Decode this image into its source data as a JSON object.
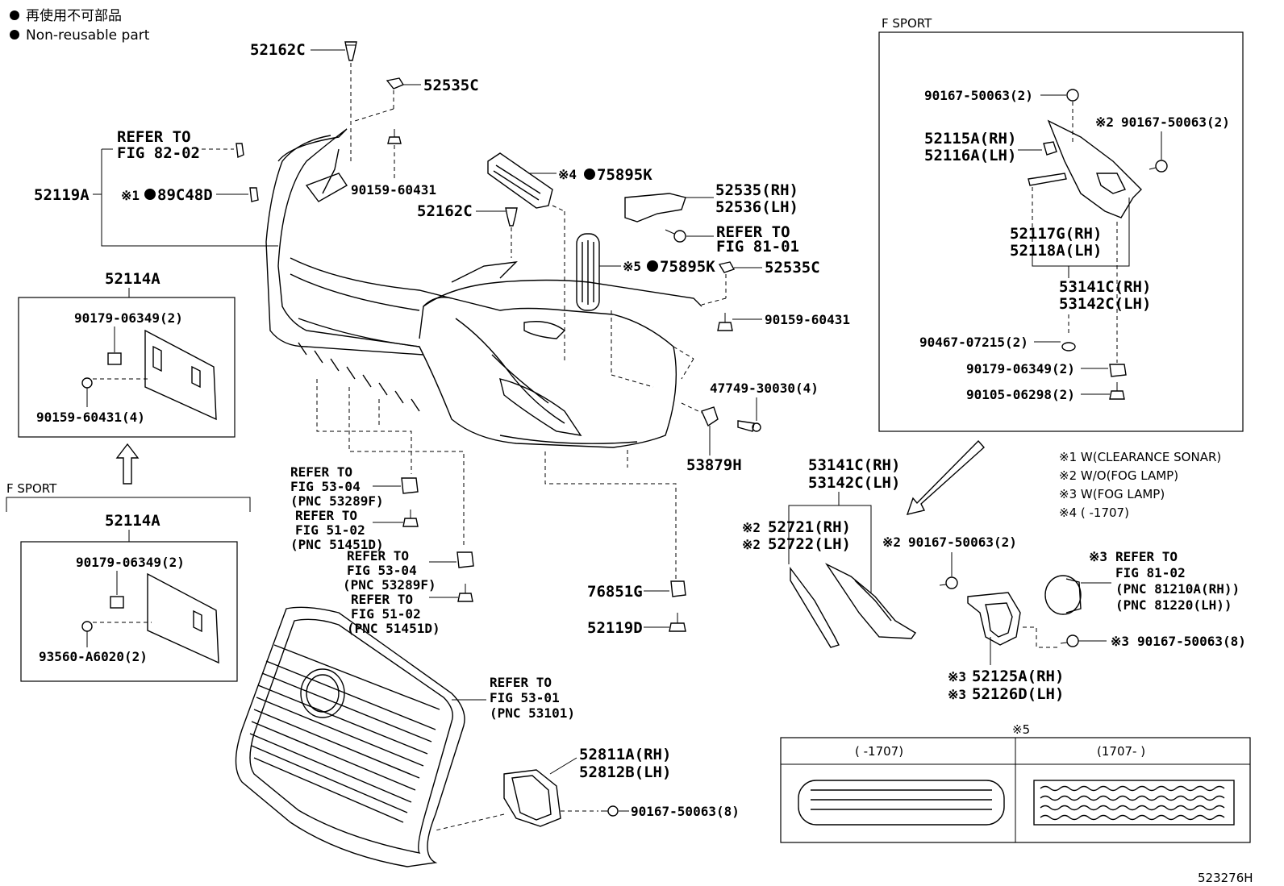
{
  "legend": {
    "line1": "再使用不可部品",
    "line2": "Non-reusable part"
  },
  "labels": {
    "p52162C_top": "52162C",
    "p52535C_top": "52535C",
    "refer_8202_a": "REFER TO",
    "refer_8202_b": "FIG 82-02",
    "p52119A": "52119A",
    "note1_mark": "※1",
    "p89C48D": "89C48D",
    "p90159_60431_a": "90159-60431",
    "note4_mark": "※4",
    "p75895K_a": "75895K",
    "p52535RH": "52535(RH)",
    "p52536LH": "52536(LH)",
    "p52162C_mid": "52162C",
    "refer_8101_a": "REFER TO",
    "refer_8101_b": "FIG 81-01",
    "note5_mark": "※5",
    "p75895K_b": "75895K",
    "p52535C_mid": "52535C",
    "p90159_60431_b": "90159-60431",
    "p47749": "47749-30030(4)",
    "p53879H": "53879H",
    "p52114A_top": "52114A",
    "p90179_06349_a": "90179-06349(2)",
    "p90159_60431_4": "90159-60431(4)",
    "fsport_left": "F SPORT",
    "p52114A_bot": "52114A",
    "p90179_06349_b": "90179-06349(2)",
    "p93560": "93560-A6020(2)",
    "ref5304_1a": "REFER TO",
    "ref5304_1b": "FIG 53-04",
    "ref5304_1c": "(PNC 53289F)",
    "ref5102_1a": "REFER TO",
    "ref5102_1b": "FIG 51-02",
    "ref5102_1c": "(PNC 51451D)",
    "ref5304_2a": "REFER TO",
    "ref5304_2b": "FIG 53-04",
    "ref5304_2c": "(PNC 53289F)",
    "ref5102_2a": "REFER TO",
    "ref5102_2b": "FIG 51-02",
    "ref5102_2c": "(PNC 51451D)",
    "p76851G": "76851G",
    "p52119D": "52119D",
    "ref5301_a": "REFER TO",
    "ref5301_b": "FIG 53-01",
    "ref5301_c": "(PNC 53101)",
    "p52811A": "52811A(RH)",
    "p52812B": "52812B(LH)",
    "p90167_50063_8": "90167-50063(8)",
    "fsport_right": "F SPORT",
    "fs_90167_a": "90167-50063(2)",
    "fs_note2_mark": "※2",
    "fs_90167_b": "90167-50063(2)",
    "fs_52115A": "52115A(RH)",
    "fs_52116A": "52116A(LH)",
    "fs_52117G": "52117G(RH)",
    "fs_52118A": "52118A(LH)",
    "fs_53141C": "53141C(RH)",
    "fs_53142C": "53142C(LH)",
    "fs_90467": "90467-07215(2)",
    "fs_90179": "90179-06349(2)",
    "fs_90105": "90105-06298(2)",
    "b_53141C": "53141C(RH)",
    "b_53142C": "53142C(LH)",
    "b_note2a": "※2",
    "b_52721": "52721(RH)",
    "b_note2b": "※2",
    "b_52722": "52722(LH)",
    "b_note2c": "※2",
    "b_90167_2": "90167-50063(2)",
    "b_note3a": "※3",
    "b_refer_a": "REFER TO",
    "b_refer_b": "FIG 81-02",
    "b_refer_c": "(PNC 81210A(RH))",
    "b_refer_d": "(PNC 81220(LH))",
    "b_note3b": "※3",
    "b_90167_8": "90167-50063(8)",
    "b_note3c": "※3",
    "b_52125A": "52125A(RH)",
    "b_note3d": "※3",
    "b_52126D": "52126D(LH)",
    "n1": "※1 W(CLEARANCE SONAR)",
    "n2": "※2 W/O(FOG LAMP)",
    "n3": "※3 W(FOG LAMP)",
    "n4": "※4 (      -1707)",
    "n5_title": "※5",
    "n5_col1": "(      -1707)",
    "n5_col2": "(1707-      )",
    "ref_number": "523276H"
  }
}
